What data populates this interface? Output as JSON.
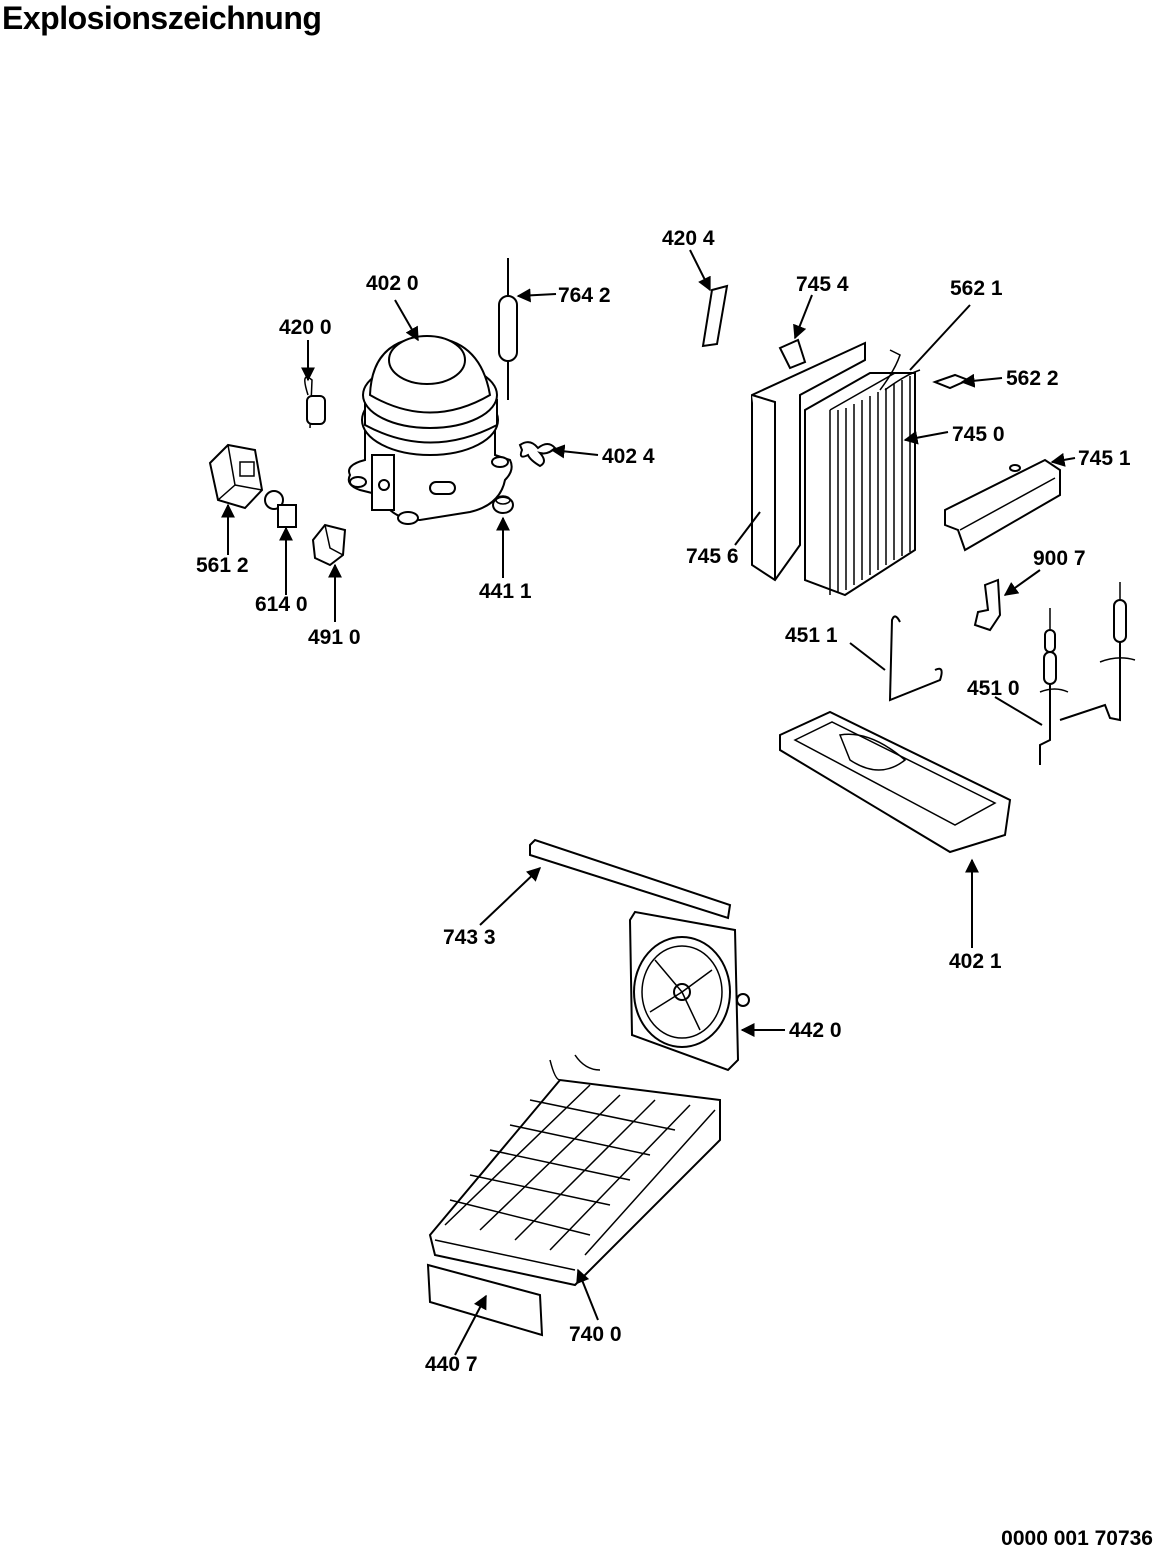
{
  "title": "Explosionszeichnung",
  "document_number": "0000 001 70736",
  "parts": [
    {
      "id": "p4020",
      "label": "402 0"
    },
    {
      "id": "p7642",
      "label": "764 2"
    },
    {
      "id": "p4200",
      "label": "420 0"
    },
    {
      "id": "p4024",
      "label": "402 4"
    },
    {
      "id": "p5612",
      "label": "561 2"
    },
    {
      "id": "p6140",
      "label": "614 0"
    },
    {
      "id": "p4910",
      "label": "491 0"
    },
    {
      "id": "p4411",
      "label": "441 1"
    },
    {
      "id": "p4204",
      "label": "420 4"
    },
    {
      "id": "p7454",
      "label": "745 4"
    },
    {
      "id": "p5621",
      "label": "562 1"
    },
    {
      "id": "p5622",
      "label": "562 2"
    },
    {
      "id": "p7450",
      "label": "745 0"
    },
    {
      "id": "p7451",
      "label": "745 1"
    },
    {
      "id": "p7456",
      "label": "745 6"
    },
    {
      "id": "p9007",
      "label": "900 7"
    },
    {
      "id": "p4511",
      "label": "451 1"
    },
    {
      "id": "p4510",
      "label": "451 0"
    },
    {
      "id": "p4021",
      "label": "402 1"
    },
    {
      "id": "p7433",
      "label": "743 3"
    },
    {
      "id": "p4420",
      "label": "442 0"
    },
    {
      "id": "p7400",
      "label": "740 0"
    },
    {
      "id": "p4407",
      "label": "440 7"
    }
  ]
}
